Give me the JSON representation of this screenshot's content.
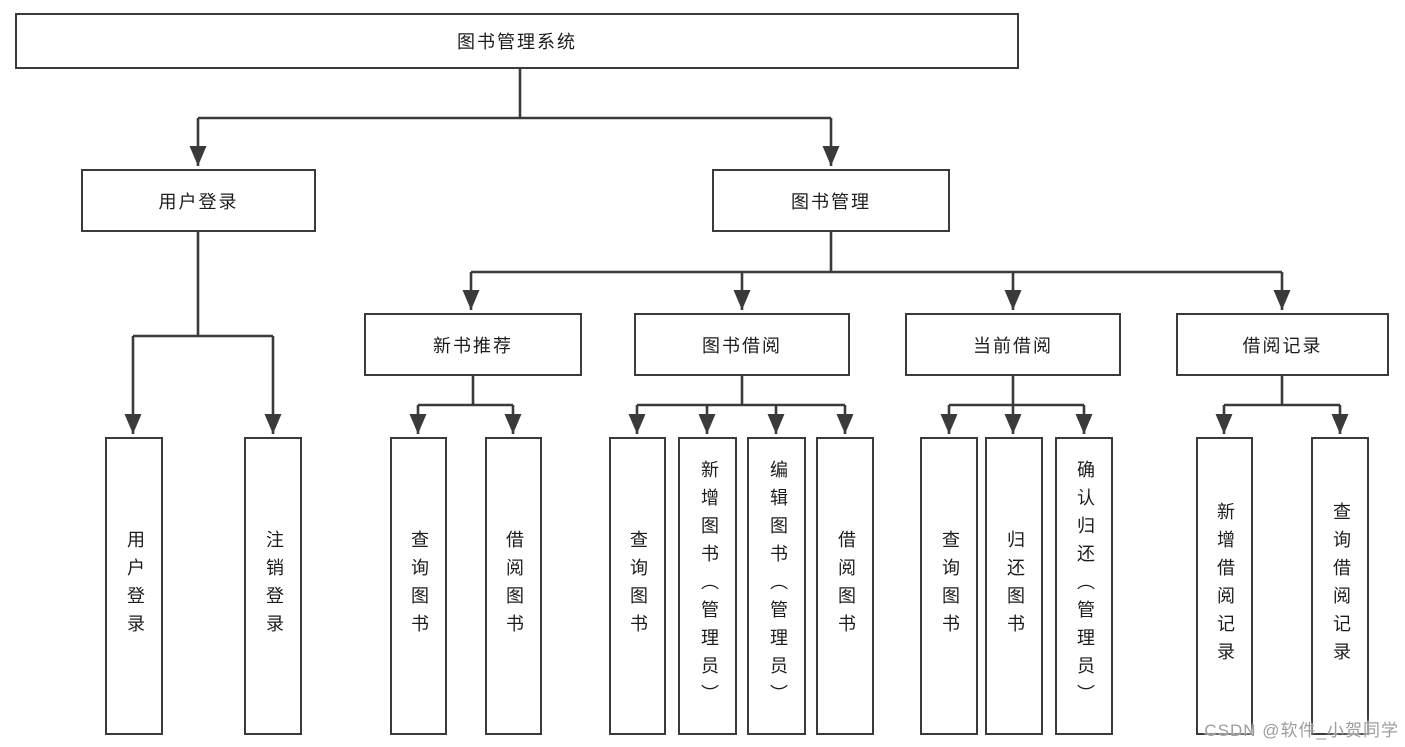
{
  "tree": {
    "root": {
      "label": "图书管理系统"
    },
    "branches": [
      {
        "label": "用户登录",
        "children": [
          {
            "label": "用户登录"
          },
          {
            "label": "注销登录"
          }
        ]
      },
      {
        "label": "图书管理",
        "children": [
          {
            "label": "新书推荐",
            "children": [
              {
                "label": "查询图书"
              },
              {
                "label": "借阅图书"
              }
            ]
          },
          {
            "label": "图书借阅",
            "children": [
              {
                "label": "查询图书"
              },
              {
                "label": "新增图书（管理员）"
              },
              {
                "label": "编辑图书（管理员）"
              },
              {
                "label": "借阅图书"
              }
            ]
          },
          {
            "label": "当前借阅",
            "children": [
              {
                "label": "查询图书"
              },
              {
                "label": "归还图书"
              },
              {
                "label": "确认归还（管理员）"
              }
            ]
          },
          {
            "label": "借阅记录",
            "children": [
              {
                "label": "新增借阅记录"
              },
              {
                "label": "查询借阅记录"
              }
            ]
          }
        ]
      }
    ]
  },
  "watermark": {
    "text": "CSDN @软件_小贺同学"
  },
  "colors": {
    "line": "#3a3a3a",
    "box_border": "#3a3a3a",
    "text": "#1c1c1c",
    "watermark": "#9d9d9d",
    "background": "#ffffff"
  }
}
